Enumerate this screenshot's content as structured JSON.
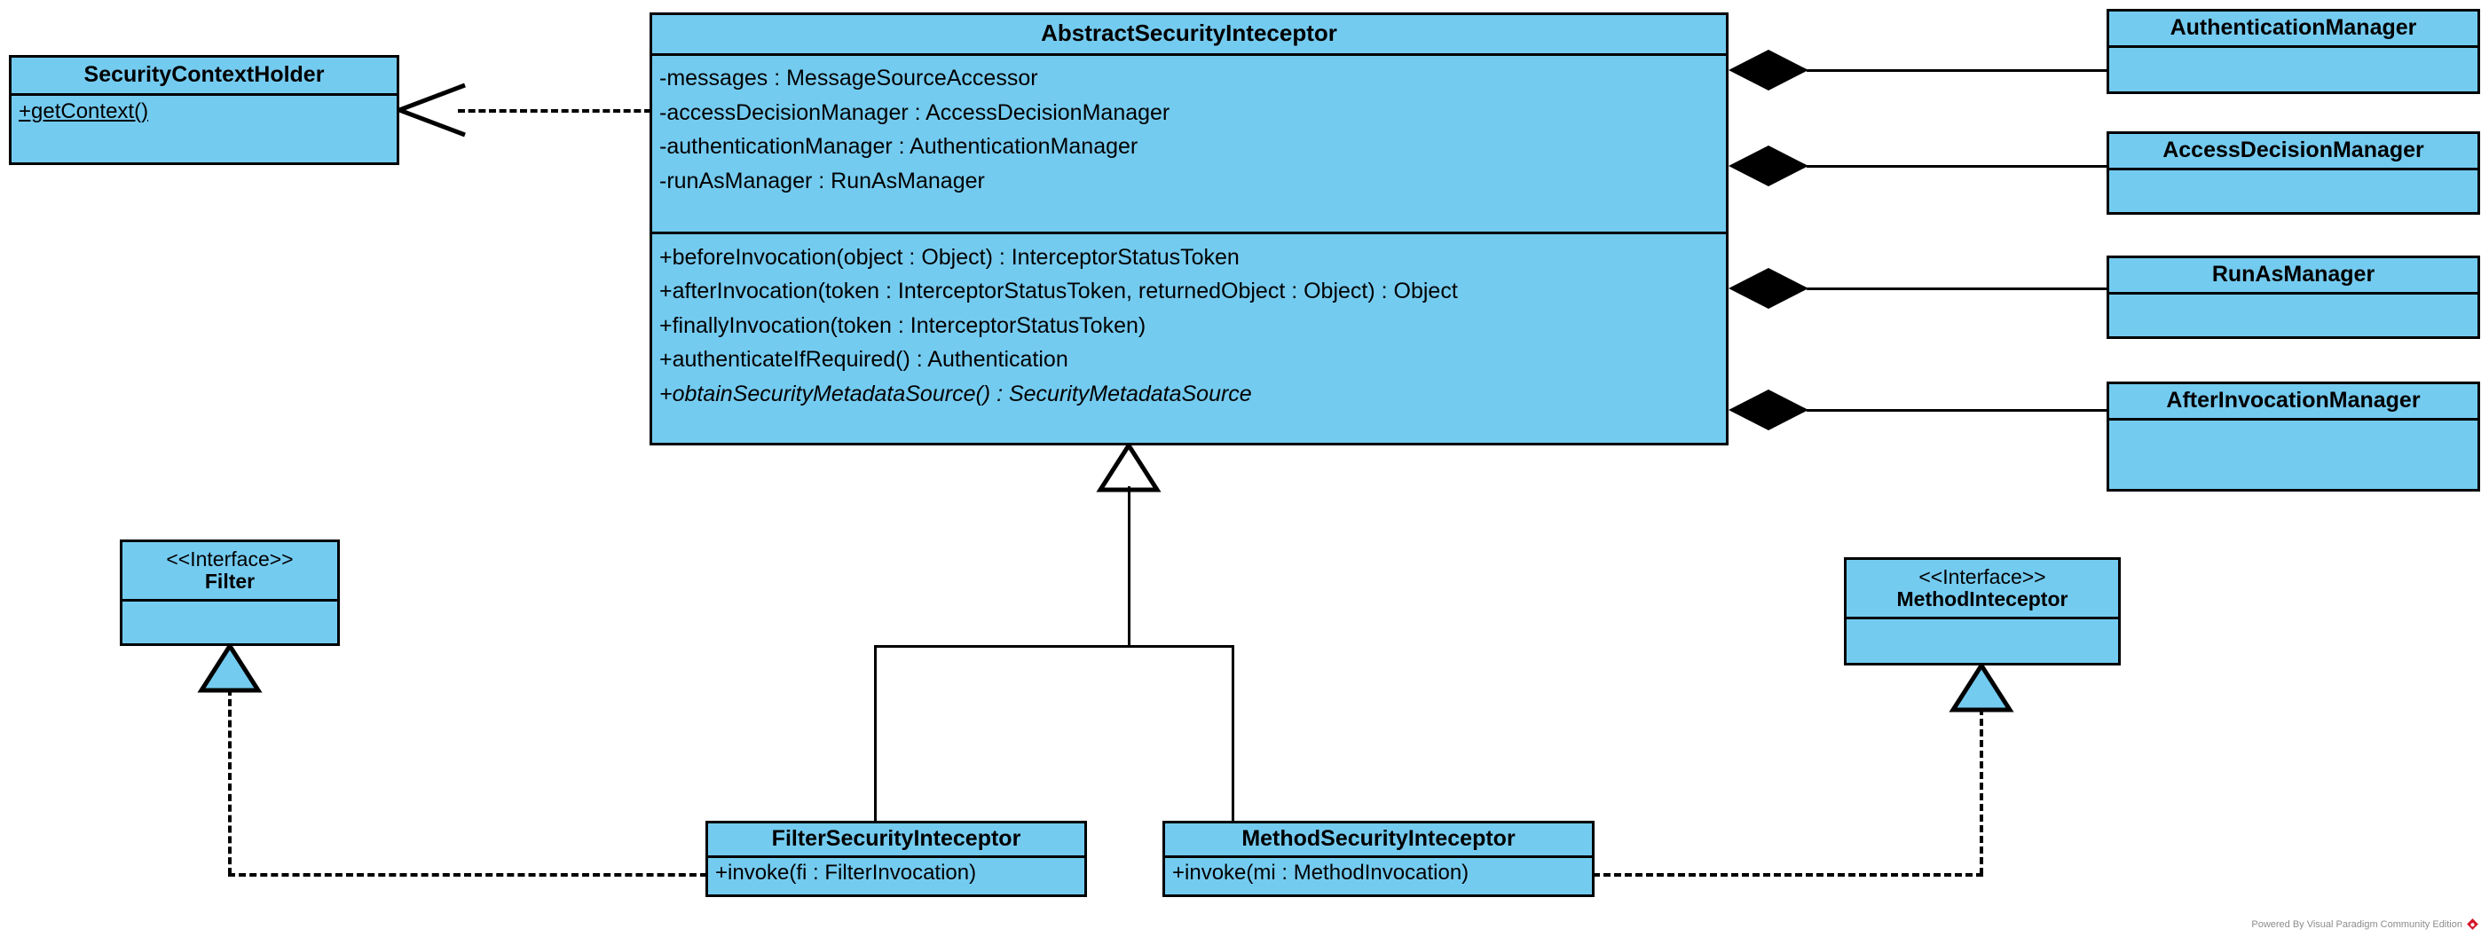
{
  "diagram": {
    "type": "uml-class-diagram",
    "title": "Spring Security AbstractSecurityInteceptor class diagram",
    "colors": {
      "class_fill": "#74cbf0",
      "border": "#000000",
      "background": "#ffffff",
      "watermark_text": "#8d8d8d",
      "watermark_logo": "#d6172c"
    }
  },
  "classes": {
    "security_context_holder": {
      "name": "SecurityContextHolder",
      "members": [
        "+getContext()"
      ]
    },
    "abstract_security_inteceptor": {
      "name": "AbstractSecurityInteceptor",
      "attributes": [
        "-messages : MessageSourceAccessor",
        "-accessDecisionManager : AccessDecisionManager",
        "-authenticationManager : AuthenticationManager",
        "-runAsManager : RunAsManager"
      ],
      "operations": [
        "+beforeInvocation(object : Object) : InterceptorStatusToken",
        "+afterInvocation(token : InterceptorStatusToken, returnedObject : Object) : Object",
        "+finallyInvocation(token : InterceptorStatusToken)",
        "+authenticateIfRequired() : Authentication",
        "+obtainSecurityMetadataSource() : SecurityMetadataSource"
      ]
    },
    "authentication_manager": {
      "name": "AuthenticationManager",
      "members": []
    },
    "access_decision_manager": {
      "name": "AccessDecisionManager",
      "members": []
    },
    "run_as_manager": {
      "name": "RunAsManager",
      "members": []
    },
    "after_invocation_manager": {
      "name": "AfterInvocationManager",
      "members": []
    },
    "filter": {
      "stereotype": "<<Interface>>",
      "name": "Filter",
      "members": []
    },
    "method_inteceptor": {
      "stereotype": "<<Interface>>",
      "name": "MethodInteceptor",
      "members": []
    },
    "filter_security_inteceptor": {
      "name": "FilterSecurityInteceptor",
      "members": [
        "+invoke(fi : FilterInvocation)"
      ]
    },
    "method_security_inteceptor": {
      "name": "MethodSecurityInteceptor",
      "members": [
        "+invoke(mi : MethodInvocation)"
      ]
    }
  },
  "relationships": [
    {
      "id": "dep-1",
      "kind": "dependency",
      "from": "AbstractSecurityInteceptor",
      "to": "SecurityContextHolder",
      "style": "dashed",
      "arrow": "open-arrow"
    },
    {
      "id": "comp-1",
      "kind": "composition",
      "from": "AbstractSecurityInteceptor",
      "to": "AuthenticationManager",
      "style": "solid",
      "arrow": "filled-diamond"
    },
    {
      "id": "comp-2",
      "kind": "composition",
      "from": "AbstractSecurityInteceptor",
      "to": "AccessDecisionManager",
      "style": "solid",
      "arrow": "filled-diamond"
    },
    {
      "id": "comp-3",
      "kind": "composition",
      "from": "AbstractSecurityInteceptor",
      "to": "RunAsManager",
      "style": "solid",
      "arrow": "filled-diamond"
    },
    {
      "id": "comp-4",
      "kind": "composition",
      "from": "AbstractSecurityInteceptor",
      "to": "AfterInvocationManager",
      "style": "solid",
      "arrow": "filled-diamond"
    },
    {
      "id": "gen-1",
      "kind": "generalization",
      "from": "FilterSecurityInteceptor",
      "to": "AbstractSecurityInteceptor",
      "style": "solid",
      "arrow": "hollow-triangle"
    },
    {
      "id": "gen-2",
      "kind": "generalization",
      "from": "MethodSecurityInteceptor",
      "to": "AbstractSecurityInteceptor",
      "style": "solid",
      "arrow": "hollow-triangle"
    },
    {
      "id": "real-1",
      "kind": "realization",
      "from": "FilterSecurityInteceptor",
      "to": "Filter",
      "style": "dashed",
      "arrow": "triangle"
    },
    {
      "id": "real-2",
      "kind": "realization",
      "from": "MethodSecurityInteceptor",
      "to": "MethodInteceptor",
      "style": "dashed",
      "arrow": "triangle"
    }
  ],
  "watermark": {
    "text": "Powered By Visual Paradigm Community Edition",
    "logo": "visual-paradigm-diamond-logo"
  }
}
